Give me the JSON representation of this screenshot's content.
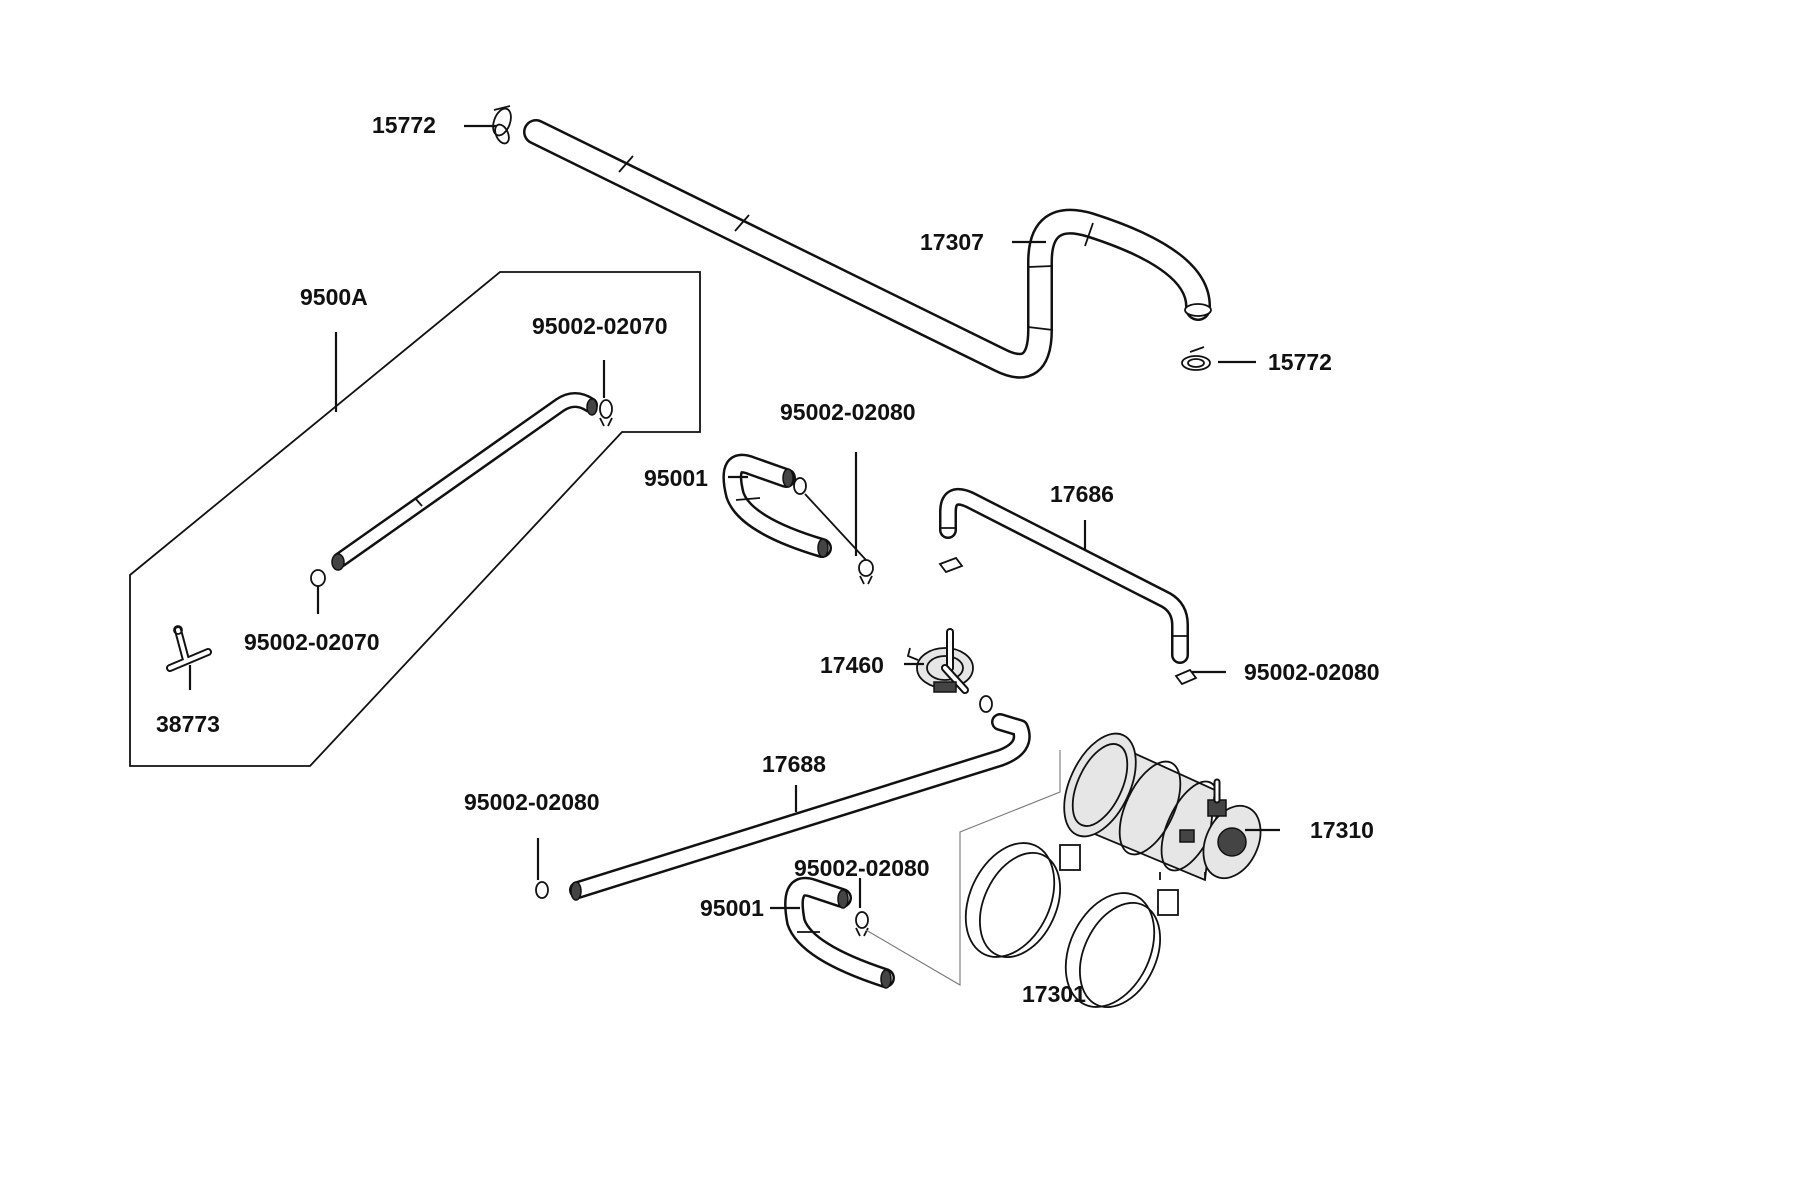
{
  "labels": {
    "top_clip_left": "15772",
    "top_clip_right": "15772",
    "long_hose_top": "17307",
    "kit_group": "9500A",
    "kit_clip_top": "95002-02070",
    "kit_clip_bottom": "95002-02070",
    "t_fitting": "38773",
    "u_hose_upper": "95001",
    "u_clip_upper": "95002-02080",
    "hose_17686": "17686",
    "clip_17686_right": "95002-02080",
    "valve": "17460",
    "hose_17688": "17688",
    "clip_17688_left": "95002-02080",
    "clip_u_lower": "95002-02080",
    "u_hose_lower": "95001",
    "canister": "17310",
    "canister_bands": "17301"
  }
}
